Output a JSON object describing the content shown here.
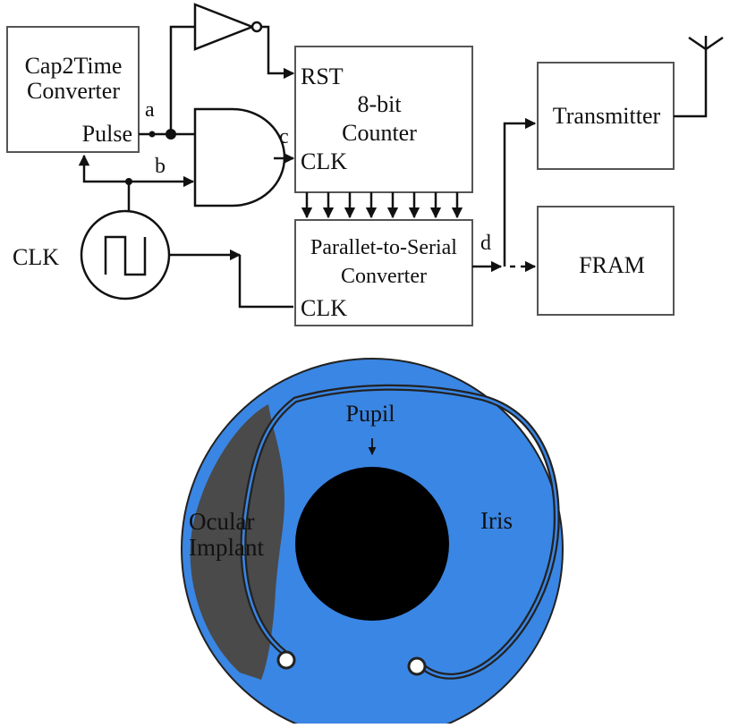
{
  "block_diagram": {
    "cap2time": {
      "line1": "Cap2Time",
      "line2": "Converter",
      "output": "Pulse"
    },
    "counter": {
      "rst": "RST",
      "line1": "8-bit",
      "line2": "Counter",
      "clk": "CLK"
    },
    "p2s": {
      "line1": "Parallet-to-Serial",
      "line2": "Converter",
      "clk": "CLK"
    },
    "transmitter": {
      "label": "Transmitter"
    },
    "fram": {
      "label": "FRAM"
    },
    "clock_source": {
      "label": "CLK"
    },
    "signals": {
      "a": "a",
      "b": "b",
      "c": "c",
      "d": "d"
    }
  },
  "eye": {
    "pupil_label": "Pupil",
    "iris_label": "Iris",
    "implant_label_line1": "Ocular",
    "implant_label_line2": "Implant",
    "colors": {
      "iris": "#3a86e4",
      "implant": "#4a4a4a",
      "pupil": "#000000",
      "outline": "#222222"
    }
  }
}
